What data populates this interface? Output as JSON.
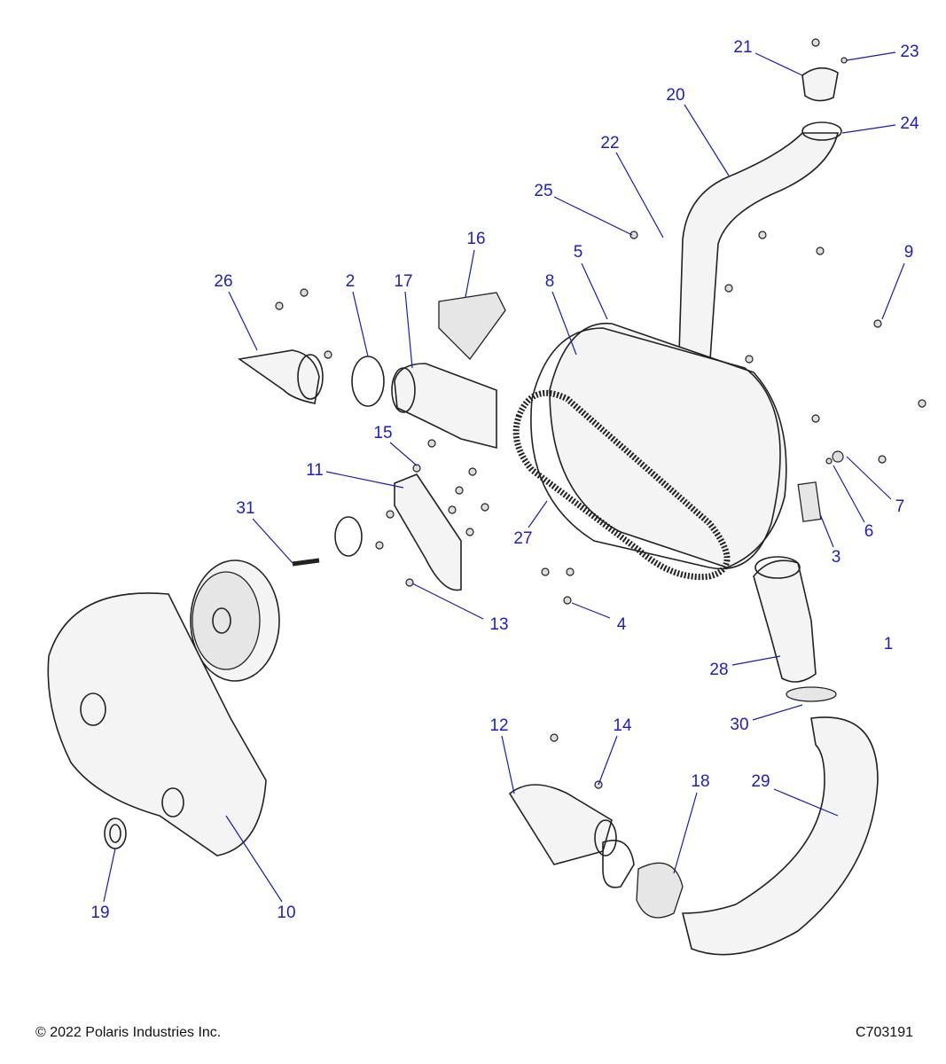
{
  "diagram": {
    "callouts": [
      "1",
      "2",
      "3",
      "4",
      "5",
      "6",
      "7",
      "8",
      "9",
      "10",
      "11",
      "12",
      "13",
      "14",
      "15",
      "16",
      "17",
      "18",
      "19",
      "20",
      "21",
      "22",
      "23",
      "24",
      "25",
      "26",
      "27",
      "28",
      "29",
      "30",
      "31"
    ],
    "colors": {
      "callout": "#1c1ccc",
      "line": "#222222"
    }
  },
  "footer": {
    "copyright": "© 2022 Polaris Industries Inc.",
    "drawing_number": "C703191"
  }
}
